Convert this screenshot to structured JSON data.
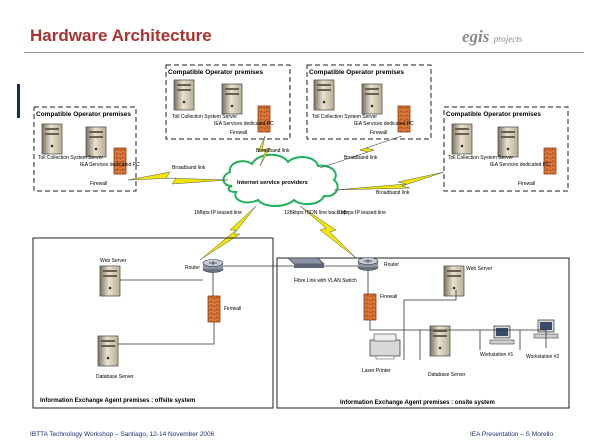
{
  "slide": {
    "title": "Hardware Architecture",
    "logo_main": "egis",
    "logo_sub": "projects",
    "footer_left": "IBTTA Technology Workshop – Santiago, 12-14 November 2006",
    "footer_right": "IEA  Presentation – S Morello"
  },
  "operators": [
    {
      "title": "Compatible Operator premises",
      "toll_label": "Toll Collection System Server",
      "iea_label": "IEA Services dedicated PC",
      "firewall_label": "Firewall",
      "link_label": "Broadband link"
    },
    {
      "title": "Compatible Operator premises",
      "toll_label": "Toll Collection System Server",
      "iea_label": "IEA Services dedicated PC",
      "firewall_label": "Firewall",
      "link_label": "Broadband link"
    },
    {
      "title": "Compatible Operator premises",
      "toll_label": "Toll Collection System Server",
      "iea_label": "IEA Services dedicated PC",
      "firewall_label": "Firewall",
      "link_label": "Broadband link"
    },
    {
      "title": "Compatible Operator premises",
      "toll_label": "Toll Collection System Server",
      "iea_label": "IEA Services dedicated PC",
      "firewall_label": "Firewall",
      "link_label": "Broadband link"
    }
  ],
  "cloud_label": "Internet service providers",
  "links": {
    "offsite_link": "1Mbps IP leased line",
    "isdn_link": "128kbps ISDN line back up",
    "onsite_link": "1Mbps IP leased line"
  },
  "offsite": {
    "caption": "Information Exchange Agent premises : offsite system",
    "web_server": "Web Server",
    "router": "Router",
    "firewall": "Firewall",
    "database_server": "Database Server"
  },
  "onsite": {
    "caption": "Information Exchange Agent premises : onsite system",
    "router": "Router",
    "firewall": "Firewall",
    "web_server": "Web Server",
    "switch_label": "Fibre Link with VLAN Switch",
    "laser_printer": "Laser Printer",
    "database_server": "Database Server",
    "workstation1": "Workstation #1",
    "workstation2": "Workstation #2"
  },
  "colors": {
    "title": "#b03030",
    "firewall": "#e07a3a",
    "lightning": "#f2e600",
    "cloud": "#1fb15a",
    "footer": "#1a2f7a"
  }
}
